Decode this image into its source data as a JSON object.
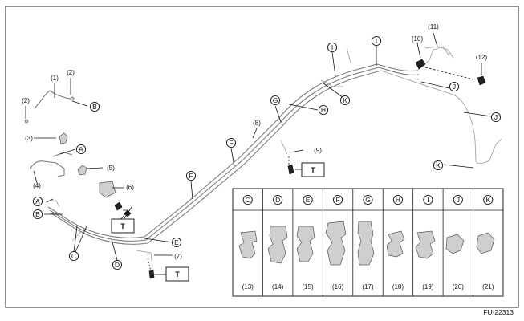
{
  "figure_code": "FU-22313",
  "tool_label": "T",
  "part_refs": [
    "(1)",
    "(2)",
    "(2)",
    "(3)",
    "(4)",
    "(5)",
    "(6)",
    "(7)",
    "(8)",
    "(9)",
    "(10)",
    "(11)",
    "(12)"
  ],
  "clip_letters_main": [
    "A",
    "B",
    "A",
    "B",
    "C",
    "D",
    "E",
    "F",
    "F",
    "G",
    "H",
    "I",
    "I",
    "J",
    "J",
    "K",
    "K"
  ],
  "clip_table": {
    "columns": [
      {
        "letter": "C",
        "number": "(13)"
      },
      {
        "letter": "D",
        "number": "(14)"
      },
      {
        "letter": "E",
        "number": "(15)"
      },
      {
        "letter": "F",
        "number": "(16)"
      },
      {
        "letter": "G",
        "number": "(17)"
      },
      {
        "letter": "H",
        "number": "(18)"
      },
      {
        "letter": "I",
        "number": "(19)"
      },
      {
        "letter": "J",
        "number": "(20)"
      },
      {
        "letter": "K",
        "number": "(21)"
      }
    ]
  }
}
